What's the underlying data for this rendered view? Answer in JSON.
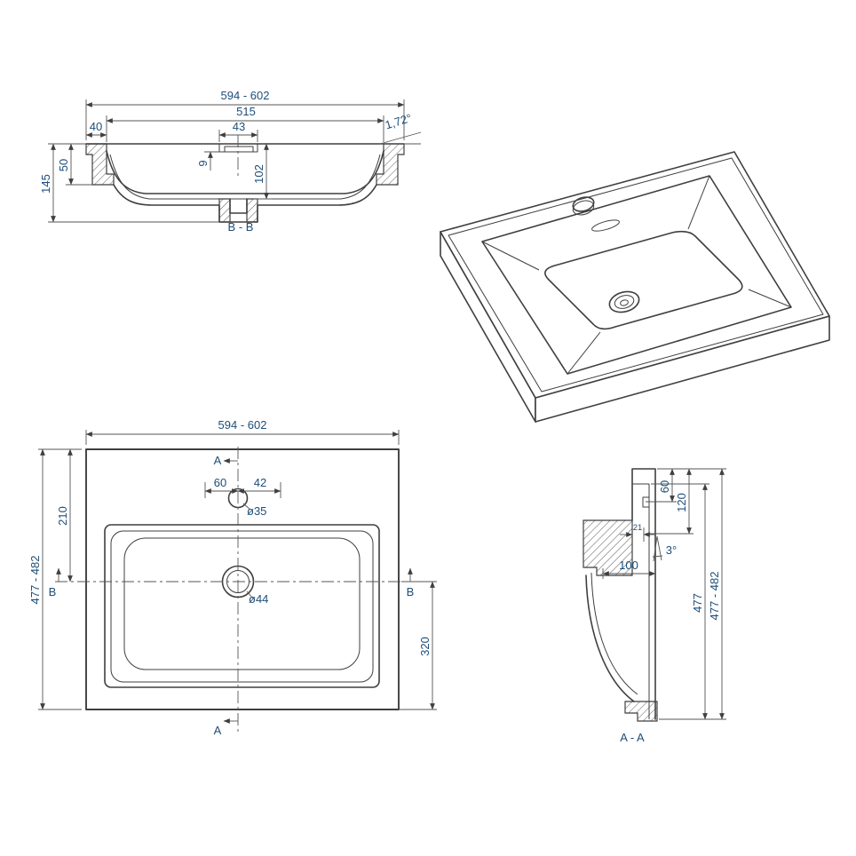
{
  "colors": {
    "background": "#ffffff",
    "line": "#3f3f3f",
    "dim-line": "#555555",
    "dim-text": "#1d4e79"
  },
  "section_bb": {
    "label": "B - B",
    "overall_width": "594 - 602",
    "inner_width": "515",
    "edge_width": "40",
    "tap_hole_width": "43",
    "surface_angle": "1,72°",
    "recess_depth": "9",
    "bowl_depth": "102",
    "rim_height": "50",
    "overall_height": "145"
  },
  "plan": {
    "overall_width": "594 - 602",
    "overall_depth": "477 - 482",
    "rear_to_drain": "210",
    "drain_to_front": "320",
    "tap_left_offset": "60",
    "tap_right_offset": "42",
    "tap_hole_diameter": "ø35",
    "drain_diameter": "ø44",
    "section_a": "A",
    "section_b": "B"
  },
  "section_aa": {
    "label": "A - A",
    "rear_edge": "60",
    "rear_shelf": "120",
    "wall_offset": "21",
    "wall_angle": "3°",
    "base_width": "100",
    "inner_depth": "477",
    "overall_depth": "477 - 482"
  }
}
